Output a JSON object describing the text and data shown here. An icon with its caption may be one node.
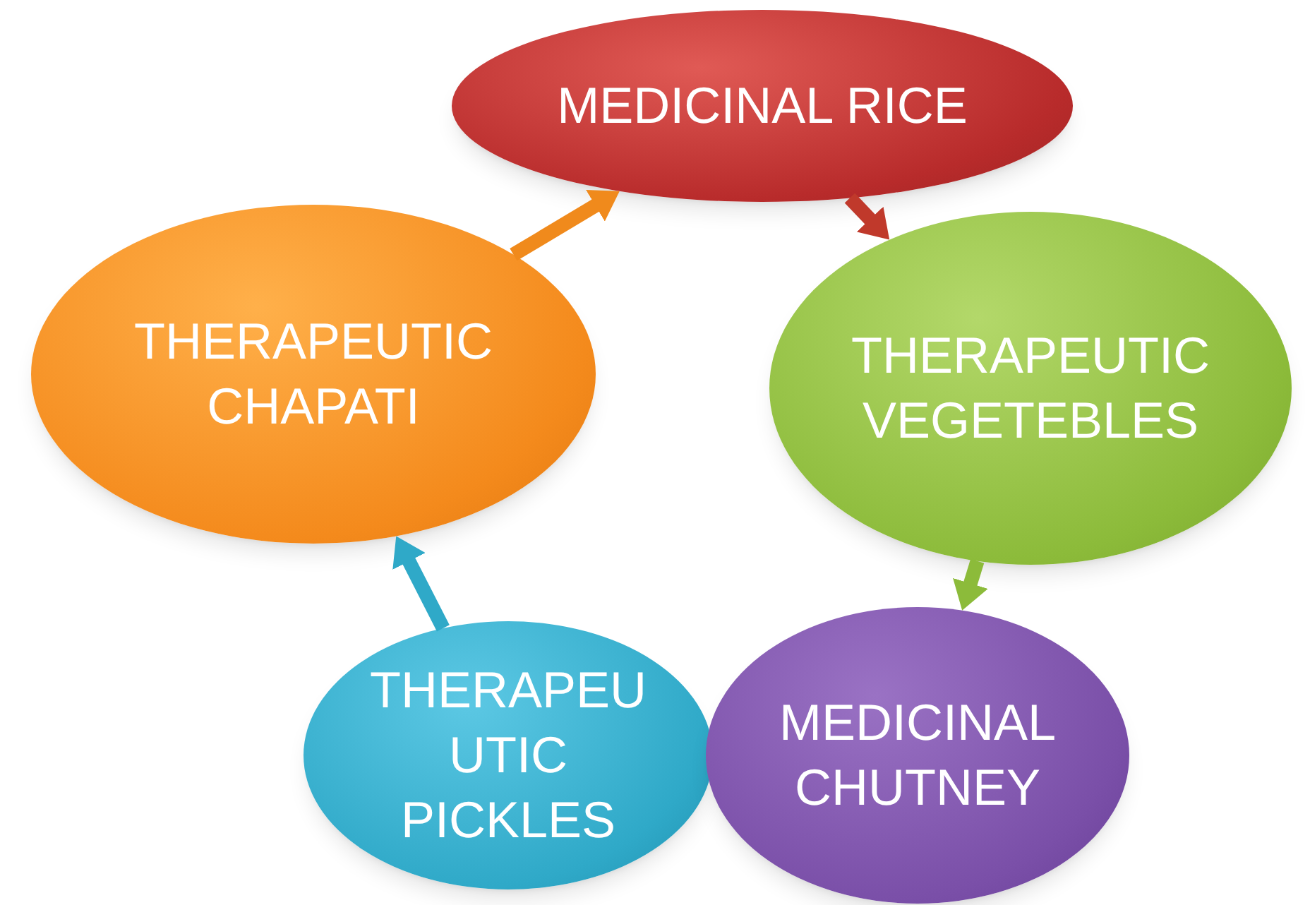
{
  "diagram": {
    "nodes": [
      {
        "text": [
          "MEDICINAL RICE"
        ]
      },
      {
        "text": [
          "THERAPEUTIC CHAPATI"
        ]
      },
      {
        "text": [
          "THERAPEUTIC VEGETEBLES"
        ]
      },
      {
        "text": [
          "THERAPEU UTIC PICKLES"
        ]
      },
      {
        "text": [
          "MEDICINAL CHUTNEY"
        ]
      }
    ],
    "edges": [
      {
        "from": 0,
        "to": 2,
        "arrow": "to",
        "color": "#c0392b"
      },
      {
        "from": 2,
        "to": 4,
        "arrow": "to",
        "color": "#8cbb3a"
      },
      {
        "from": 3,
        "to": 1,
        "arrow": "to",
        "color": "#2fa9c8"
      },
      {
        "from": 1,
        "to": 0,
        "arrow": "to",
        "color": "#f08a1c"
      }
    ]
  }
}
